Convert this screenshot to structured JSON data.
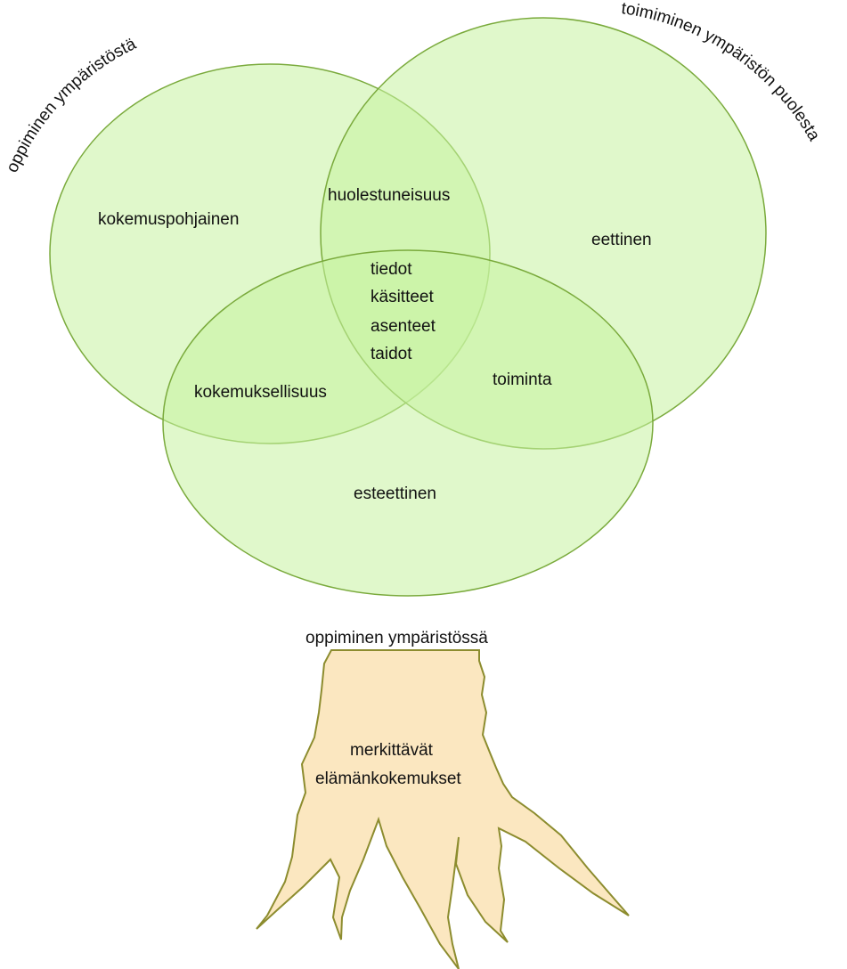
{
  "colors": {
    "circle_fill": "#c6f2a0",
    "circle_stroke": "#7aaa3c",
    "trunk_fill": "#fbe7c0",
    "trunk_stroke": "#8c8c2e"
  },
  "curved_labels": {
    "top_left": "oppiminen ympäristöstä",
    "top_right": "toimiminen ympäristön puolesta"
  },
  "circles": {
    "left": "kokemuspohjainen",
    "right": "eettinen",
    "bottom": "esteettinen"
  },
  "overlaps": {
    "left_right": "huolestuneisuus",
    "left_bottom": "kokemuksellisuus",
    "right_bottom": "toiminta",
    "center": [
      "tiedot",
      "käsitteet",
      "asenteet",
      "taidot"
    ]
  },
  "trunk": {
    "top_label": "oppiminen ympäristössä",
    "lines": [
      "merkittävät",
      "elämänkokemukset"
    ]
  }
}
